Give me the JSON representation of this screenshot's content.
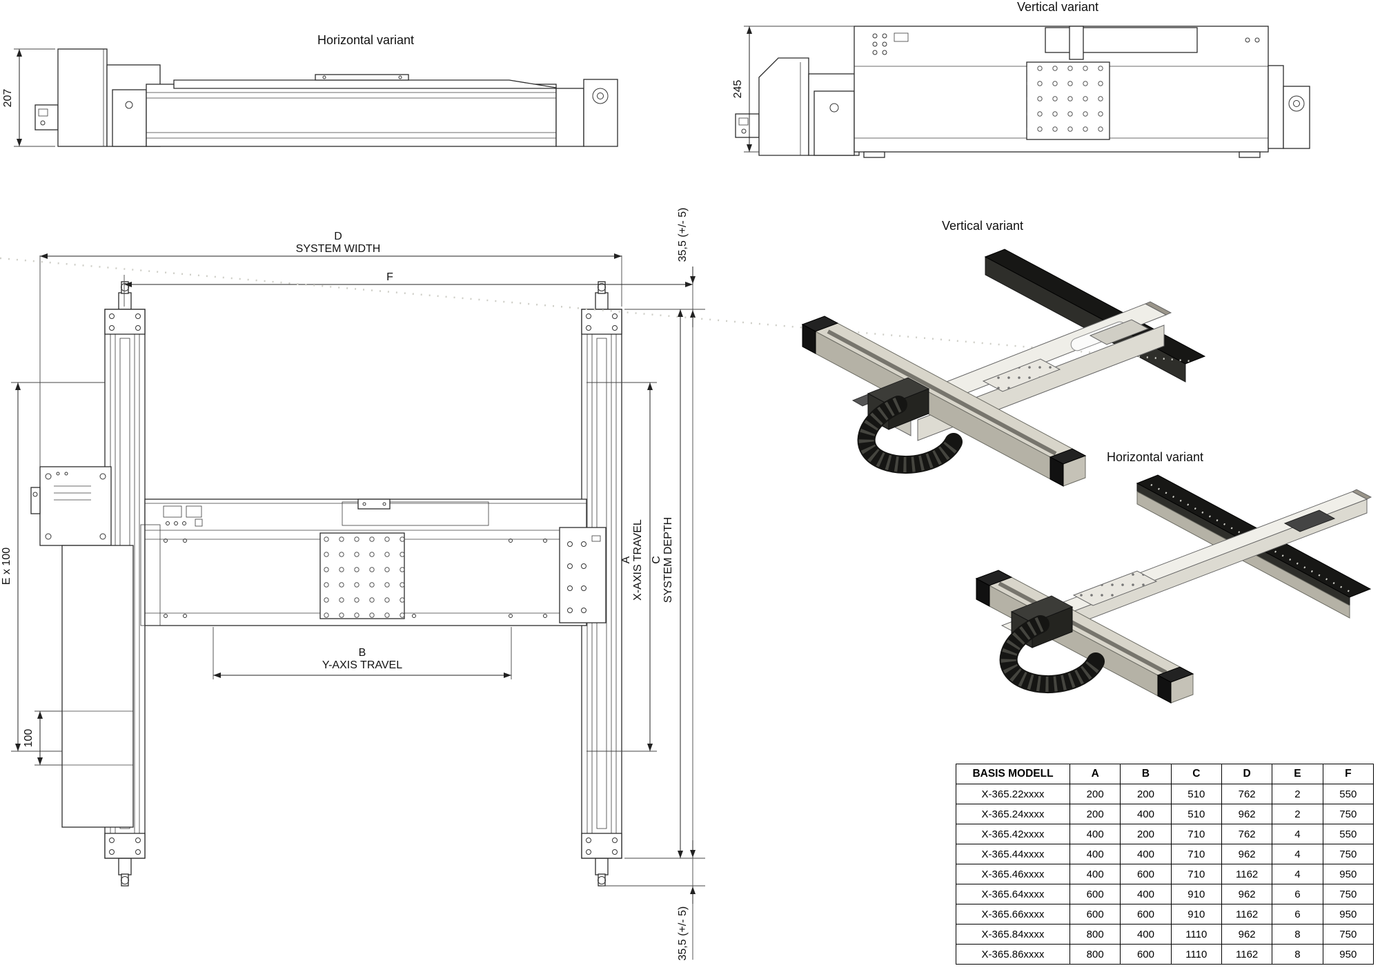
{
  "titles": {
    "side_horizontal": "Horizontal variant",
    "side_vertical": "Vertical variant",
    "iso_vertical": "Vertical variant",
    "iso_horizontal": "Horizontal variant"
  },
  "dims": {
    "side_height_horizontal": "207",
    "side_height_vertical": "245",
    "system_width_letter": "D",
    "system_width_label": "SYSTEM WIDTH",
    "f_letter": "F",
    "tolerance_top": "35,5 (+/- 5)",
    "tolerance_bottom": "35,5 (+/- 5)",
    "e_spacing": "E x 100",
    "offset_100": "100",
    "y_travel_letter": "B",
    "y_travel_label": "Y-AXIS TRAVEL",
    "x_travel_letter": "A",
    "x_travel_label": "X-AXIS TRAVEL",
    "system_depth_letter": "C",
    "system_depth_label": "SYSTEM DEPTH"
  },
  "table": {
    "headers": [
      "BASIS MODELL",
      "A",
      "B",
      "C",
      "D",
      "E",
      "F"
    ],
    "rows": [
      [
        "X-365.22xxxx",
        "200",
        "200",
        "510",
        "762",
        "2",
        "550"
      ],
      [
        "X-365.24xxxx",
        "200",
        "400",
        "510",
        "962",
        "2",
        "750"
      ],
      [
        "X-365.42xxxx",
        "400",
        "200",
        "710",
        "762",
        "4",
        "550"
      ],
      [
        "X-365.44xxxx",
        "400",
        "400",
        "710",
        "962",
        "4",
        "750"
      ],
      [
        "X-365.46xxxx",
        "400",
        "600",
        "710",
        "1162",
        "4",
        "950"
      ],
      [
        "X-365.64xxxx",
        "600",
        "400",
        "910",
        "962",
        "6",
        "750"
      ],
      [
        "X-365.66xxxx",
        "600",
        "600",
        "910",
        "1162",
        "6",
        "950"
      ],
      [
        "X-365.84xxxx",
        "800",
        "400",
        "1110",
        "962",
        "8",
        "750"
      ],
      [
        "X-365.86xxxx",
        "800",
        "600",
        "1110",
        "1162",
        "8",
        "950"
      ]
    ]
  }
}
